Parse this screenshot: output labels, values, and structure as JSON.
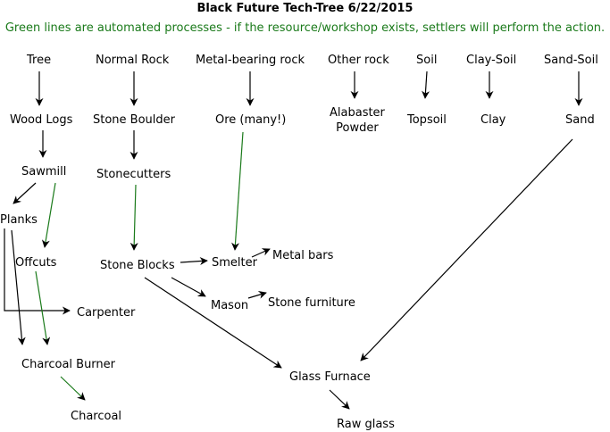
{
  "header": {
    "title": "Black Future Tech-Tree 6/22/2015",
    "subtitle": "Green lines are automated processes - if the resource/workshop exists, settlers will perform the action.",
    "subtitle_color": "#1a7a1a"
  },
  "colors": {
    "manual": "#000000",
    "automated": "#1a7a1a"
  },
  "nodes": {
    "tree": "Tree",
    "normal_rock": "Normal Rock",
    "metal_rock": "Metal-bearing rock",
    "other_rock": "Other rock",
    "soil": "Soil",
    "clay_soil": "Clay-Soil",
    "sand_soil": "Sand-Soil",
    "wood_logs": "Wood Logs",
    "stone_boulder": "Stone Boulder",
    "ore": "Ore (many!)",
    "alabaster_1": "Alabaster",
    "alabaster_2": "Powder",
    "topsoil": "Topsoil",
    "clay": "Clay",
    "sand": "Sand",
    "sawmill": "Sawmill",
    "stonecutters": "Stonecutters",
    "planks": "Planks",
    "offcuts": "Offcuts",
    "stone_blocks": "Stone Blocks",
    "smelter": "Smelter",
    "metal_bars": "Metal bars",
    "mason": "Mason",
    "stone_furniture": "Stone furniture",
    "carpenter": "Carpenter",
    "charcoal_burner": "Charcoal Burner",
    "charcoal": "Charcoal",
    "glass_furnace": "Glass Furnace",
    "raw_glass": "Raw glass"
  }
}
